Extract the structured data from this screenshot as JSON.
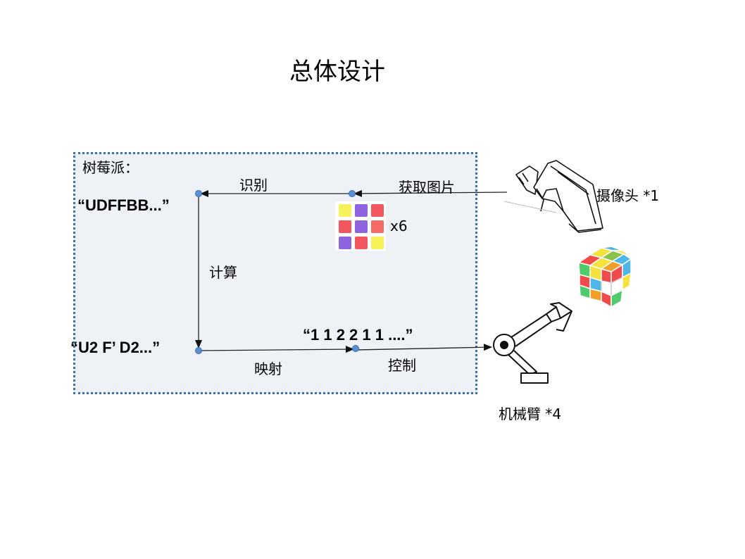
{
  "title": "总体设计",
  "raspberry_pi": {
    "label": "树莓派："
  },
  "strings": {
    "cube_state": "“UDFFBB...”",
    "solution_moves": "“U2 F’ D2...”",
    "arm_commands": "“1 1 2 2 1 1 ....”"
  },
  "edges": {
    "recognize": "识别",
    "capture_image": "获取图片",
    "compute": "计算",
    "map": "映射",
    "control": "控制"
  },
  "face_count": "x6",
  "devices": {
    "camera": "摄像头 *1",
    "robot_arm": "机械臂 *4"
  },
  "colors": {
    "box_fill": "#eef2f7",
    "box_border": "#3e6fa8",
    "node": "#5b8fd1",
    "sticker_yellow": "#f7f25a",
    "sticker_purple": "#8d63e0",
    "sticker_red": "#f2565e",
    "sticker_coral": "#f46a64"
  },
  "face_stickers": [
    [
      "sticker_yellow",
      "sticker_purple",
      "sticker_red"
    ],
    [
      "sticker_red",
      "sticker_purple",
      "sticker_coral"
    ],
    [
      "sticker_purple",
      "sticker_red",
      "sticker_yellow"
    ]
  ]
}
